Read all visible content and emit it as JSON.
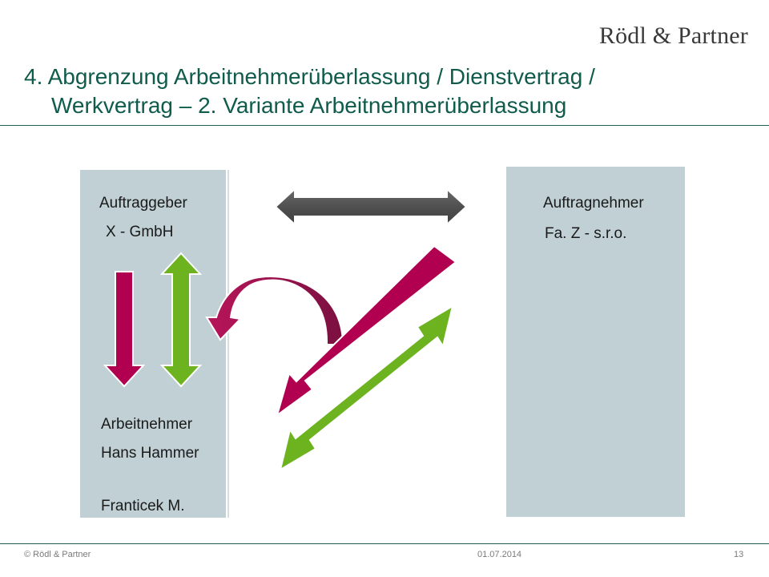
{
  "header": {
    "logo_text": "Rödl & Partner",
    "title_line1": "4. Abgrenzung Arbeitnehmerüberlassung / Dienstvertrag /",
    "title_line2": "Werkvertrag – 2. Variante Arbeitnehmerüberlassung"
  },
  "diagram": {
    "left_party": {
      "name": "Auftraggeber",
      "company": "X - GmbH"
    },
    "right_party": {
      "name": "Auftragnehmer",
      "company": "Fa. Z - s.r.o."
    },
    "worker": {
      "role": "Arbeitnehmer",
      "name1": "Hans Hammer",
      "name2": "Franticek M."
    },
    "colors": {
      "panel": "#c0d0d5",
      "magenta_arrow": "#b0004f",
      "green_arrow": "#6cb31f",
      "dark_arrow": "#505050",
      "curved_arrow": "#a3184f",
      "title": "#0f5b4c"
    }
  },
  "footer": {
    "copyright": "© Rödl & Partner",
    "date": "01.07.2014",
    "page": "13"
  }
}
